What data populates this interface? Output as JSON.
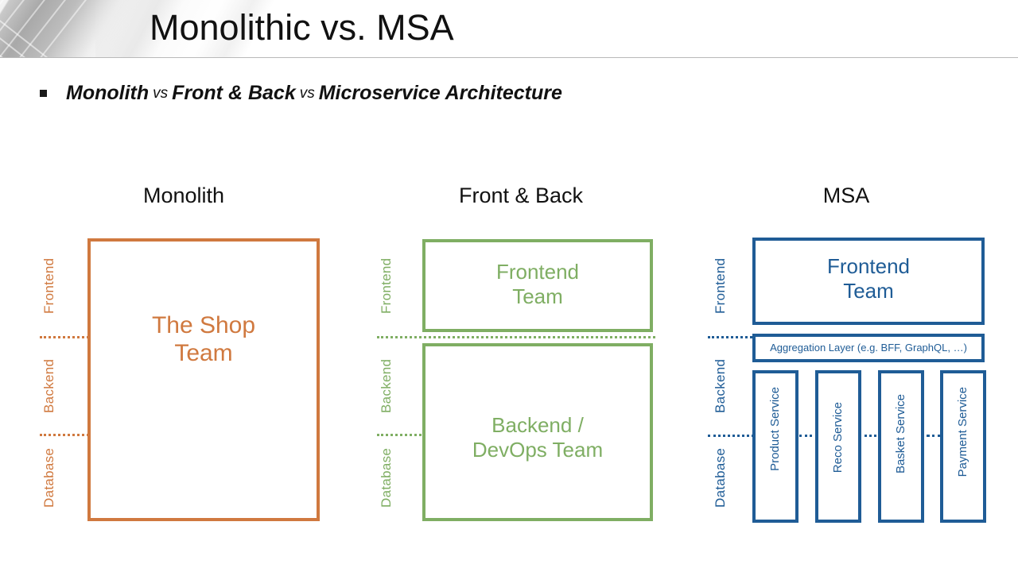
{
  "header": {
    "title": "Monolithic vs. MSA",
    "decoration": "laptop-keyboard-photo"
  },
  "bullet": {
    "marker": "square-bullet",
    "part1": "Monolith",
    "vs1": "vs",
    "part2": "Front & Back",
    "vs2": "vs",
    "part3": "Microservice Architecture"
  },
  "colors": {
    "monolith": "#D0793F",
    "frontback": "#7FAE63",
    "msa": "#1F5C96",
    "title": "#111111"
  },
  "axis": {
    "frontend": "Frontend",
    "backend": "Backend",
    "database": "Database"
  },
  "columns": [
    {
      "id": "monolith",
      "heading": "Monolith",
      "accent": "#D0793F",
      "boxes": [
        {
          "label": "The Shop\nTeam"
        }
      ]
    },
    {
      "id": "front-and-back",
      "heading": "Front & Back",
      "accent": "#7FAE63",
      "boxes": [
        {
          "label": "Frontend\nTeam"
        },
        {
          "label": "Backend /\nDevOps Team"
        }
      ]
    },
    {
      "id": "msa",
      "heading": "MSA",
      "accent": "#1F5C96",
      "boxes": [
        {
          "label": "Frontend\nTeam"
        },
        {
          "label": "Aggregation Layer (e.g. BFF, GraphQL, …)"
        }
      ],
      "services": [
        {
          "label": "Product Service"
        },
        {
          "label": "Reco Service"
        },
        {
          "label": "Basket Service"
        },
        {
          "label": "Payment Service"
        }
      ]
    }
  ]
}
